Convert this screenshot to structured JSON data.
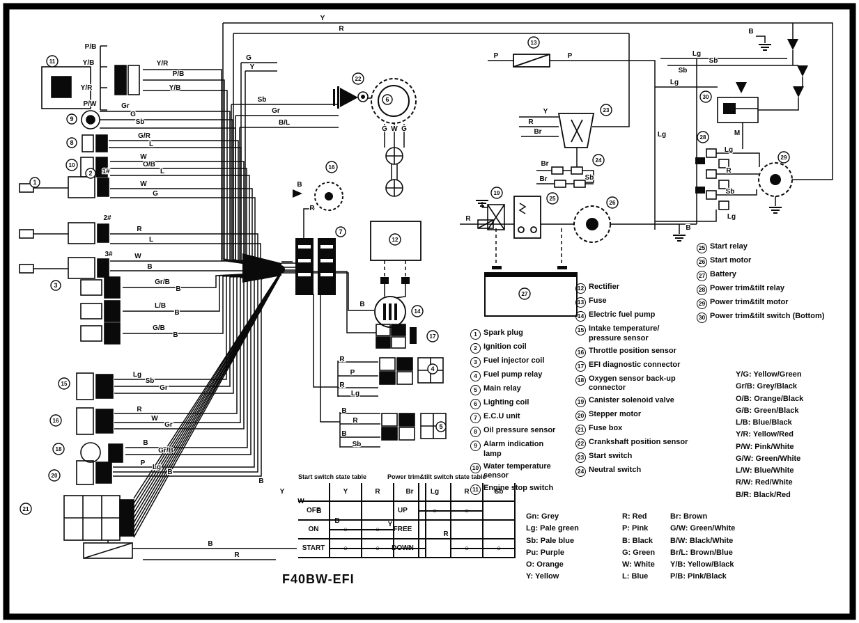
{
  "title": "F40BW-EFI",
  "legend": {
    "col1": [
      {
        "n": "1",
        "label": "Spark plug"
      },
      {
        "n": "2",
        "label": "Ignition coil"
      },
      {
        "n": "3",
        "label": "Fuel injector coil"
      },
      {
        "n": "4",
        "label": "Fuel pump relay"
      },
      {
        "n": "5",
        "label": "Main relay"
      },
      {
        "n": "6",
        "label": "Lighting coil"
      },
      {
        "n": "7",
        "label": "E.C.U unit"
      },
      {
        "n": "8",
        "label": "Oil pressure sensor"
      },
      {
        "n": "9",
        "label": "Alarm indication lamp"
      },
      {
        "n": "10",
        "label": "Water temperature sensor"
      },
      {
        "n": "11",
        "label": "Engine stop switch"
      }
    ],
    "col2": [
      {
        "n": "12",
        "label": "Rectifier"
      },
      {
        "n": "13",
        "label": "Fuse"
      },
      {
        "n": "14",
        "label": "Electric fuel pump"
      },
      {
        "n": "15",
        "label": "Intake temperature/ pressure sensor"
      },
      {
        "n": "16",
        "label": "Throttle position sensor"
      },
      {
        "n": "17",
        "label": "EFI diagnostic connector"
      },
      {
        "n": "18",
        "label": "Oxygen sensor back-up connector"
      },
      {
        "n": "19",
        "label": "Canister solenoid valve"
      },
      {
        "n": "20",
        "label": "Stepper motor"
      },
      {
        "n": "21",
        "label": "Fuse box"
      },
      {
        "n": "22",
        "label": "Crankshaft position sensor"
      },
      {
        "n": "23",
        "label": "Start switch"
      },
      {
        "n": "24",
        "label": "Neutral switch"
      }
    ],
    "col3": [
      {
        "n": "25",
        "label": "Start relay"
      },
      {
        "n": "26",
        "label": "Start motor"
      },
      {
        "n": "27",
        "label": "Battery"
      },
      {
        "n": "28",
        "label": "Power trim&tilt relay"
      },
      {
        "n": "29",
        "label": "Power trim&tilt motor"
      },
      {
        "n": "30",
        "label": "Power trim&tilt switch (Bottom)"
      }
    ]
  },
  "wire_color_codes_right": [
    "Y/G: Yellow/Green",
    "Gr/B: Grey/Black",
    "O/B: Orange/Black",
    "G/B: Green/Black",
    "L/B: Blue/Black",
    "Y/R: Yellow/Red",
    "P/W: Pink/White",
    "G/W: Green/White",
    "L/W: Blue/White",
    "R/W: Red/White",
    "B/R: Black/Red"
  ],
  "wire_color_codes_bottom": {
    "col1": [
      "Gn: Grey",
      "Lg: Pale green",
      "Sb: Pale blue",
      "Pu: Purple",
      "O: Orange",
      "Y: Yellow"
    ],
    "col2": [
      "R: Red",
      "P: Pink",
      "B: Black",
      "G: Green",
      "W: White",
      "L: Blue"
    ],
    "col3": [
      "Br: Brown",
      "G/W: Green/White",
      "B/W: Black/White",
      "Br/L: Brown/Blue",
      "Y/B: Yellow/Black",
      "P/B: Pink/Black"
    ]
  },
  "tables": {
    "start_switch": {
      "title": "Start switch state table",
      "columns": [
        "Y",
        "R",
        "Br"
      ],
      "rows": [
        {
          "label": "OFF",
          "connect": []
        },
        {
          "label": "ON",
          "connect": [
            0,
            1
          ]
        },
        {
          "label": "START",
          "connect": [
            0,
            1,
            2
          ]
        }
      ]
    },
    "pt_switch": {
      "title": "Power trim&tilt switch state table",
      "columns": [
        "Lg",
        "R",
        "Sb"
      ],
      "rows": [
        {
          "label": "UP",
          "connect": [
            0,
            1
          ]
        },
        {
          "label": "FREE",
          "connect": []
        },
        {
          "label": "DOWN",
          "connect": [
            1,
            2
          ]
        }
      ]
    }
  },
  "diagram": {
    "wire_labels": [
      [
        "Y",
        463,
        29
      ],
      [
        "R",
        490,
        44
      ],
      [
        "G",
        357,
        86
      ],
      [
        "Y",
        362,
        99
      ],
      [
        "Sb",
        376,
        146
      ],
      [
        "Gr",
        396,
        162
      ],
      [
        "B/L",
        408,
        179
      ],
      [
        "G",
        552,
        188
      ],
      [
        "W",
        566,
        188
      ],
      [
        "G",
        580,
        188
      ],
      [
        "P",
        712,
        83
      ],
      [
        "P",
        818,
        83
      ],
      [
        "Y",
        783,
        163
      ],
      [
        "R",
        762,
        178
      ],
      [
        "Br",
        772,
        192
      ],
      [
        "Br",
        782,
        238
      ],
      [
        "Br",
        780,
        260
      ],
      [
        "Sb",
        846,
        258
      ],
      [
        "R",
        672,
        317
      ],
      [
        "B",
        988,
        330
      ],
      [
        "B",
        430,
        268
      ],
      [
        "R",
        448,
        302
      ],
      [
        "B",
        520,
        440
      ],
      [
        "R",
        491,
        519
      ],
      [
        "P",
        506,
        538
      ],
      [
        "R",
        491,
        556
      ],
      [
        "Lg",
        510,
        568
      ],
      [
        "B",
        494,
        593
      ],
      [
        "R",
        510,
        607
      ],
      [
        "B",
        494,
        626
      ],
      [
        "Sb",
        512,
        641
      ],
      [
        "P/B",
        130,
        70
      ],
      [
        "Y/B",
        127,
        93
      ],
      [
        "Y/R",
        124,
        129
      ],
      [
        "P/W",
        129,
        152
      ],
      [
        "Y/R",
        233,
        94
      ],
      [
        "P/B",
        256,
        109
      ],
      [
        "Y/B",
        251,
        129
      ],
      [
        "Gr",
        180,
        155
      ],
      [
        "G",
        191,
        167
      ],
      [
        "Sb",
        201,
        178
      ],
      [
        "G/R",
        207,
        198
      ],
      [
        "L",
        217,
        210
      ],
      [
        "W",
        206,
        228
      ],
      [
        "O/B",
        214,
        239
      ],
      [
        "L",
        233,
        249
      ],
      [
        "1#",
        152,
        249
      ],
      [
        "2#",
        154,
        316
      ],
      [
        "3#",
        156,
        368
      ],
      [
        "W",
        206,
        267
      ],
      [
        "G",
        223,
        281
      ],
      [
        "R",
        200,
        332
      ],
      [
        "L",
        217,
        347
      ],
      [
        "W",
        198,
        371
      ],
      [
        "B",
        215,
        386
      ],
      [
        "Gr/B",
        233,
        408
      ],
      [
        "B",
        256,
        418
      ],
      [
        "L/B",
        230,
        442
      ],
      [
        "B",
        254,
        452
      ],
      [
        "G/B",
        228,
        474
      ],
      [
        "B",
        252,
        484
      ],
      [
        "Lg",
        197,
        541
      ],
      [
        "Sb",
        215,
        550
      ],
      [
        "Gr",
        235,
        560
      ],
      [
        "R",
        200,
        591
      ],
      [
        "W",
        222,
        604
      ],
      [
        "Gr",
        242,
        613
      ],
      [
        "B",
        209,
        639
      ],
      [
        "Gr/B",
        238,
        650
      ],
      [
        "P",
        205,
        668
      ],
      [
        "Lg",
        225,
        674
      ],
      [
        "B",
        244,
        681
      ],
      [
        "B",
        375,
        694
      ],
      [
        "Y",
        405,
        709
      ],
      [
        "W",
        432,
        723
      ],
      [
        "B",
        458,
        737
      ],
      [
        "B",
        484,
        751
      ],
      [
        "Y",
        560,
        756
      ],
      [
        "R",
        640,
        770
      ],
      [
        "B",
        302,
        784
      ],
      [
        "R",
        340,
        800
      ],
      [
        "Lg",
        1000,
        80
      ],
      [
        "Sb",
        1024,
        90
      ],
      [
        "Sb",
        980,
        104
      ],
      [
        "Lg",
        968,
        121
      ],
      [
        "Lg",
        950,
        196
      ],
      [
        "M",
        1058,
        194
      ],
      [
        "Lg",
        1046,
        218
      ],
      [
        "R",
        1046,
        248
      ],
      [
        "Sb",
        1048,
        278
      ],
      [
        "Lg",
        1050,
        314
      ],
      [
        "B",
        1078,
        48
      ]
    ],
    "markers": [
      [
        "11",
        75,
        88
      ],
      [
        "9",
        103,
        171
      ],
      [
        "8",
        103,
        205
      ],
      [
        "10",
        103,
        237
      ],
      [
        "1",
        50,
        262
      ],
      [
        "2",
        130,
        249
      ],
      [
        "3",
        80,
        410
      ],
      [
        "15",
        92,
        551
      ],
      [
        "16",
        80,
        604
      ],
      [
        "18",
        84,
        645
      ],
      [
        "20",
        78,
        683
      ],
      [
        "21",
        37,
        731
      ],
      [
        "22",
        514,
        113
      ],
      [
        "6",
        556,
        143
      ],
      [
        "16",
        476,
        240
      ],
      [
        "7",
        489,
        333
      ],
      [
        "12",
        567,
        344
      ],
      [
        "14",
        599,
        447
      ],
      [
        "17",
        621,
        483
      ],
      [
        "4",
        621,
        530
      ],
      [
        "5",
        633,
        613
      ],
      [
        "13",
        766,
        61
      ],
      [
        "23",
        870,
        158
      ],
      [
        "24",
        859,
        230
      ],
      [
        "19",
        713,
        277
      ],
      [
        "25",
        793,
        285
      ],
      [
        "26",
        879,
        291
      ],
      [
        "27",
        753,
        422
      ],
      [
        "28",
        1009,
        197
      ],
      [
        "29",
        1125,
        226
      ],
      [
        "30",
        1013,
        139
      ]
    ]
  }
}
